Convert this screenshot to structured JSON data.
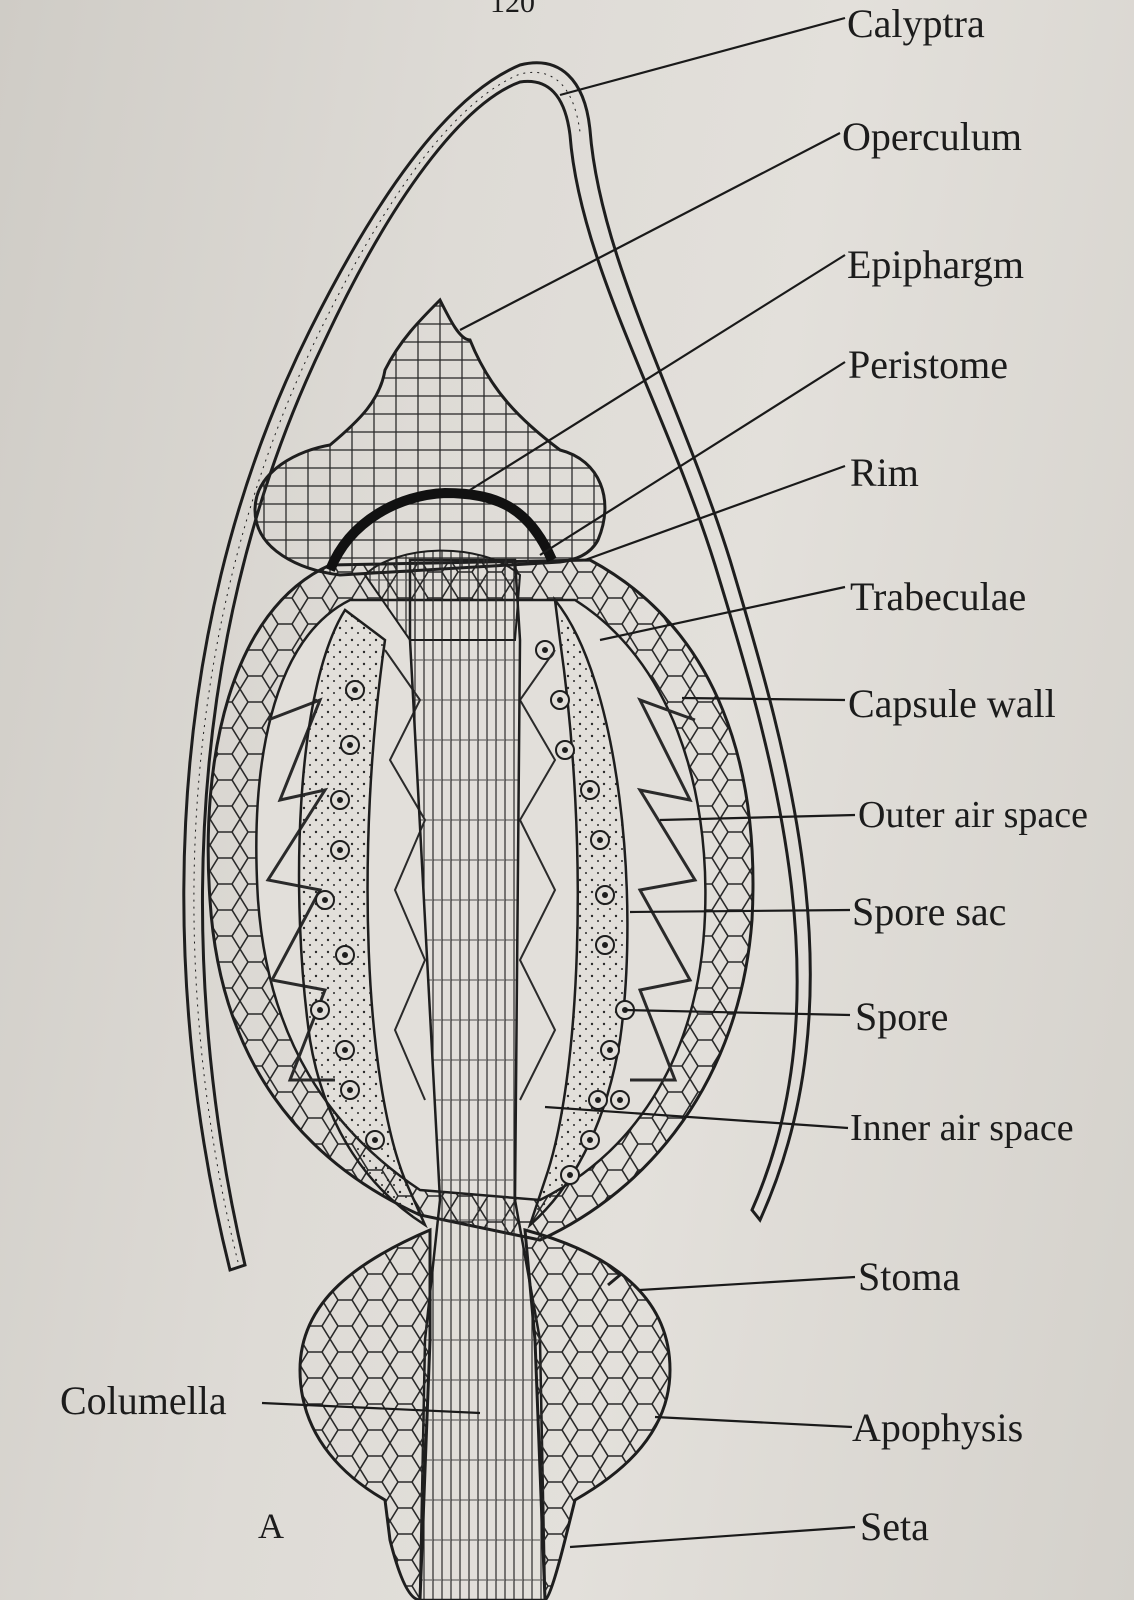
{
  "page_number": "120",
  "figure_letter": "A",
  "labels": {
    "calyptra": "Calyptra",
    "operculum": "Operculum",
    "epiphargm": "Epiphargm",
    "peristome": "Peristome",
    "rim": "Rim",
    "trabeculae": "Trabeculae",
    "capsule_wall": "Capsule wall",
    "outer_air_space": "Outer air space",
    "spore_sac": "Spore sac",
    "spore": "Spore",
    "inner_air_space": "Inner air space",
    "stoma": "Stoma",
    "columella": "Columella",
    "apophysis": "Apophysis",
    "seta": "Seta"
  },
  "colors": {
    "ink": "#1c1c1c",
    "paper": "#dedbd6"
  }
}
